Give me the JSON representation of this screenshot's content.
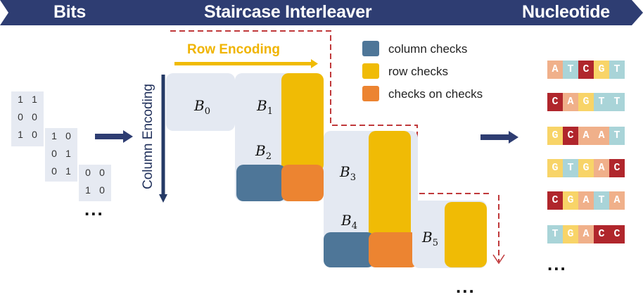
{
  "header": {
    "left": "Bits",
    "center": "Staircase Interleaver",
    "right": "Nucleotide",
    "color": "#2e3d72"
  },
  "bits": {
    "block1": [
      [
        "1",
        "1"
      ],
      [
        "0",
        "0"
      ],
      [
        "1",
        "0"
      ]
    ],
    "block2": [
      [
        "1",
        "0"
      ],
      [
        "0",
        "1"
      ],
      [
        "0",
        "1"
      ]
    ],
    "block3": [
      [
        "0",
        "0"
      ],
      [
        "1",
        "0"
      ]
    ],
    "ellipsis": "..."
  },
  "interleaver": {
    "row_label": "Row Encoding",
    "column_label": "Column Encoding",
    "blocks": [
      {
        "base": "B",
        "sub": "0"
      },
      {
        "base": "B",
        "sub": "1"
      },
      {
        "base": "B",
        "sub": "2"
      },
      {
        "base": "B",
        "sub": "3"
      },
      {
        "base": "B",
        "sub": "4"
      },
      {
        "base": "B",
        "sub": "5"
      }
    ],
    "ellipsis": "..."
  },
  "legend": [
    {
      "label": "column checks",
      "color": "#4e7698"
    },
    {
      "label": "row checks",
      "color": "#f0bb05"
    },
    {
      "label": "checks on checks",
      "color": "#ec8431"
    }
  ],
  "nucleotide_colors": {
    "A": "#f0b08a",
    "T": "#a9d4d8",
    "C": "#b0262c",
    "G": "#f8d468"
  },
  "nucleotides": [
    "ATCGT",
    "CAGTT",
    "GCAAT",
    "GTGAC",
    "CGATA",
    "TGACC"
  ],
  "nucleotide_ellipsis": "..."
}
